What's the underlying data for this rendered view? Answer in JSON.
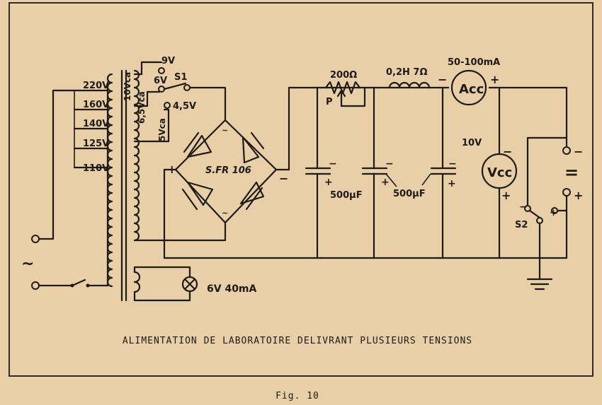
{
  "caption": "ALIMENTATION DE LABORATOIRE DELIVRANT PLUSIEURS TENSIONS",
  "figure_label": "Fig. 10",
  "primary_taps": [
    "220V",
    "160V",
    "140V",
    "125V",
    "110V"
  ],
  "secondary_taps": [
    "10Vca",
    "6,5Vca",
    "5Vca"
  ],
  "switch_taps": [
    "9V",
    "6V",
    "4,5V"
  ],
  "switch_s1": "S1",
  "switch_s2": "S2",
  "bridge_label": "S.FR 106",
  "resistor_value": "200Ω",
  "pot_label": "P",
  "inductor_value": "0,2H 7Ω",
  "ammeter_range": "50-100mA",
  "ammeter_label": "Acc",
  "voltmeter_range": "10V",
  "voltmeter_label": "Vcc",
  "cap1_value": "500μF",
  "cap2_value": "500μF",
  "lamp_label": "6V 40mA",
  "ac_symbol": "~",
  "dc_symbol": "=",
  "plus": "+",
  "minus": "−"
}
